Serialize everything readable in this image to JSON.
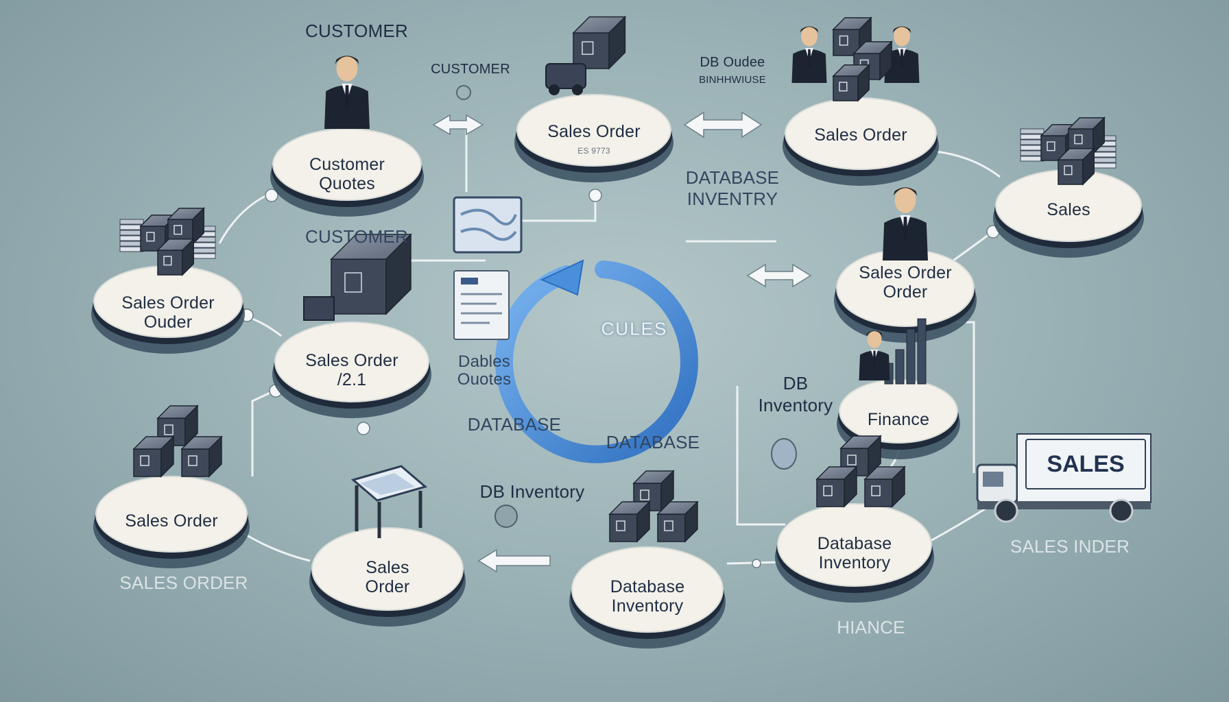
{
  "hub": {
    "label": "CULES",
    "color": "#4a8fd9"
  },
  "nodes": [
    {
      "id": "customer-quotes",
      "lines": [
        "Customer",
        "Quotes"
      ],
      "icon": "businessman-icon"
    },
    {
      "id": "sales-order-top",
      "lines": [
        "Sales Order"
      ],
      "sublabel": "ES 9773",
      "icon": "truck-boxes-icon"
    },
    {
      "id": "sales-order-right-top",
      "lines": [
        "Sales Order"
      ],
      "icon": "team-boxes-icon"
    },
    {
      "id": "sales-right",
      "lines": [
        "Sales"
      ],
      "icon": "boxes-files-icon"
    },
    {
      "id": "sales-order-order",
      "lines": [
        "Sales Order",
        "Order"
      ],
      "icon": "businessman-icon"
    },
    {
      "id": "finance",
      "lines": [
        "Finance"
      ],
      "icon": "finance-chart-icon"
    },
    {
      "id": "database-inventory-right",
      "lines": [
        "Database",
        "Inventory"
      ],
      "icon": "boxes-stack-icon"
    },
    {
      "id": "database-inventory-bottom",
      "lines": [
        "Database",
        "Inventory"
      ],
      "icon": "boxes-stack-icon"
    },
    {
      "id": "sales-order-bottom",
      "lines": [
        "Sales",
        "Order"
      ],
      "icon": "desk-icon"
    },
    {
      "id": "sales-order-left-bottom",
      "lines": [
        "Sales Order"
      ],
      "icon": "boxes-stack-icon"
    },
    {
      "id": "sales-order-21",
      "lines": [
        "Sales Order",
        "/2.1"
      ],
      "icon": "big-box-icon"
    },
    {
      "id": "sales-order-ouder",
      "lines": [
        "Sales Order",
        "Ouder"
      ],
      "icon": "boxes-files-icon"
    }
  ],
  "labels": {
    "customer_top": "CUSTOMER",
    "customer_mid": "CUSTOMER",
    "customer_lower": "CUSTOMER",
    "db_oudee": "DB Oudee",
    "db_oudee_sub": "BINHHWIUSE",
    "database_inventory": [
      "DATABASE",
      "INVENTRY"
    ],
    "dables_quotes": [
      "Dables",
      "Ouotes"
    ],
    "database_left": "DATABASE",
    "database_center": "DATABASE",
    "db_inventory_right": [
      "DB",
      "Inventory"
    ],
    "db_inventory_bottom": "DB Inventory",
    "sales_order_left": "SALES ORDER",
    "hiance": "HIANCE",
    "sales_inder": "SALES INDER",
    "truck_badge": "SALES"
  }
}
